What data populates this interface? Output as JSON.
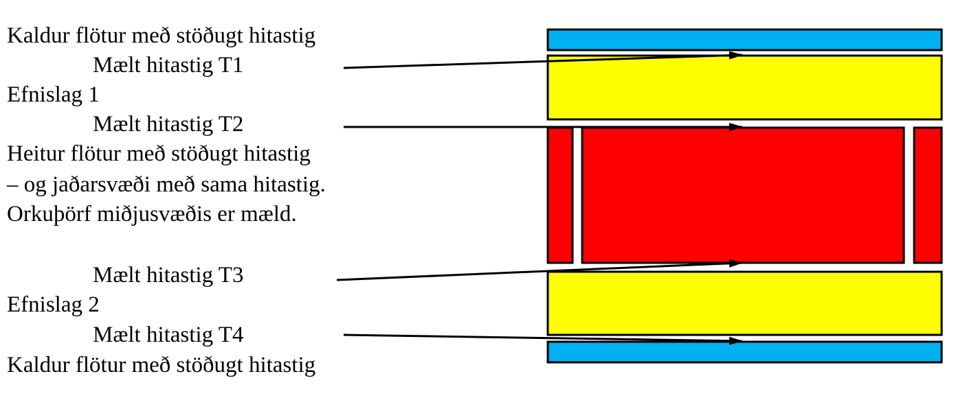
{
  "labels": {
    "cold_top": "Kaldur flötur með stöðugt hitastig",
    "t1": "Mælt hitastig T1",
    "layer1": "Efnislag 1",
    "t2": "Mælt hitastig T2",
    "hot_line1": "Heitur flötur með stöðugt hitastig",
    "hot_line2": "– og jaðarsvæði með sama hitastig.",
    "hot_line3": "Orkuþörf miðjusvæðis er mæld.",
    "t3": "Mælt hitastig T3",
    "layer2": "Efnislag 2",
    "t4": "Mælt hitastig T4",
    "cold_bottom": "Kaldur flötur með stöðugt hitastig"
  },
  "colors": {
    "cold_surface": "#00B0F0",
    "material_layer": "#FFFF00",
    "hot_surface": "#FF0000",
    "outline": "#000000"
  }
}
